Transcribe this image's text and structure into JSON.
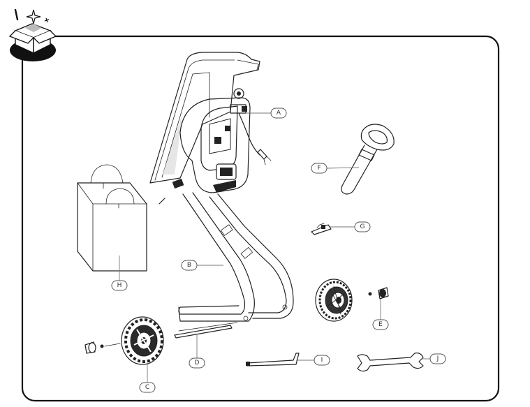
{
  "header": {
    "icon": "unboxing-icon"
  },
  "callouts": {
    "A": "A",
    "B": "B",
    "C": "C",
    "D": "D",
    "E": "E",
    "F": "F",
    "G": "G",
    "H": "H",
    "I": "I",
    "J": "J"
  }
}
